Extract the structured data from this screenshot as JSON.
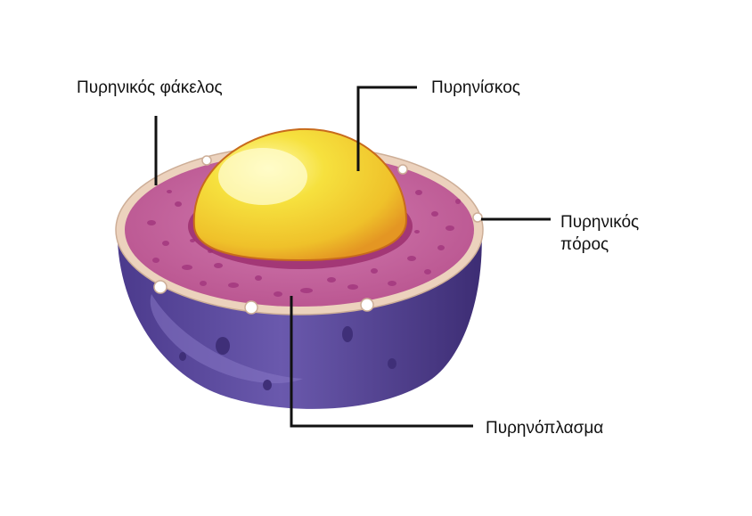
{
  "labels": {
    "nuclear_envelope": "Πυρηνικός φάκελος",
    "nucleolus": "Πυρηνίσκος",
    "nuclear_pore_line1": "Πυρηνικός",
    "nuclear_pore_line2": "πόρος",
    "nucleoplasm": "Πυρηνόπλασμα"
  },
  "colors": {
    "shell_outer": "#5b4a9e",
    "shell_dark": "#41307a",
    "nucleoplasm": "#c6649f",
    "dots": "#a73d82",
    "envelope_rim": "#e9cdb6",
    "nucleolus_yellow": "#f5dc3a",
    "nucleolus_orange": "#e59a23",
    "leader_lines": "#111111"
  }
}
